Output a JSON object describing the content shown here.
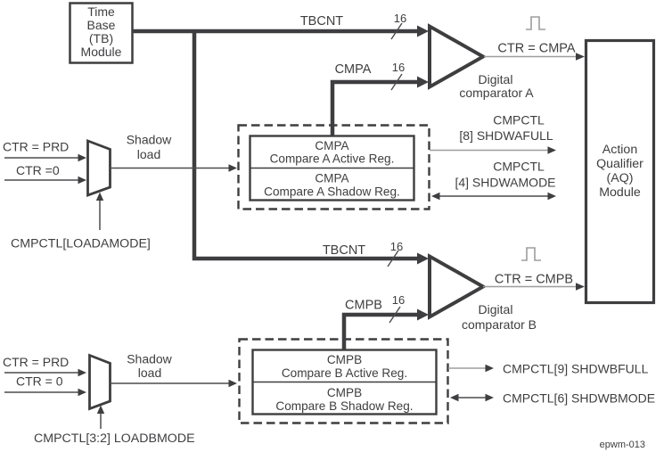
{
  "colors": {
    "ink": "#3e3e40",
    "thin_line": "#4c4c4f",
    "light_line": "#9d9d9f",
    "background": "#ffffff"
  },
  "icons": {
    "pulse_a": "pulse-waveform",
    "pulse_b": "pulse-waveform"
  },
  "tb_module": {
    "lines": [
      "Time",
      "Base",
      "(TB)",
      "Module"
    ]
  },
  "aq_module": {
    "lines": [
      "Action",
      "Qualifier",
      "(AQ)",
      "Module"
    ]
  },
  "bus_a_tbcnt": {
    "label": "TBCNT",
    "width": "16"
  },
  "bus_a_cmpa": {
    "label": "CMPA",
    "width": "16"
  },
  "bus_b_tbcnt": {
    "label": "TBCNT",
    "width": "16"
  },
  "bus_b_cmpb": {
    "label": "CMPB",
    "width": "16"
  },
  "comparator_a": {
    "name_line1": "Digital",
    "name_line2": "comparator A",
    "output": "CTR = CMPA"
  },
  "comparator_b": {
    "name_line1": "Digital",
    "name_line2": "comparator B",
    "output": "CTR = CMPB"
  },
  "shadow_load_a": {
    "input_top": "CTR = PRD",
    "input_bottom": "CTR =0",
    "label_line1": "Shadow",
    "label_line2": "load",
    "select_label": "CMPCTL[LOADAMODE]"
  },
  "shadow_load_b": {
    "input_top": "CTR = PRD",
    "input_bottom": "CTR = 0",
    "label_line1": "Shadow",
    "label_line2": "load",
    "select_label": "CMPCTL[3:2] LOADBMODE"
  },
  "reg_group_a": {
    "active_title": "CMPA",
    "active_subtitle": "Compare A Active Reg.",
    "shadow_title": "CMPA",
    "shadow_subtitle": "Compare A Shadow Reg.",
    "full_line1": "CMPCTL",
    "full_line2": "[8] SHDWAFULL",
    "mode_line1": "CMPCTL",
    "mode_line2": "[4] SHDWAMODE"
  },
  "reg_group_b": {
    "active_title": "CMPB",
    "active_subtitle": "Compare B Active Reg.",
    "shadow_title": "CMPB",
    "shadow_subtitle": "Compare B Shadow Reg.",
    "full_label": "CMPCTL[9] SHDWBFULL",
    "mode_label": "CMPCTL[6] SHDWBMODE"
  },
  "figure_id": "epwm-013"
}
